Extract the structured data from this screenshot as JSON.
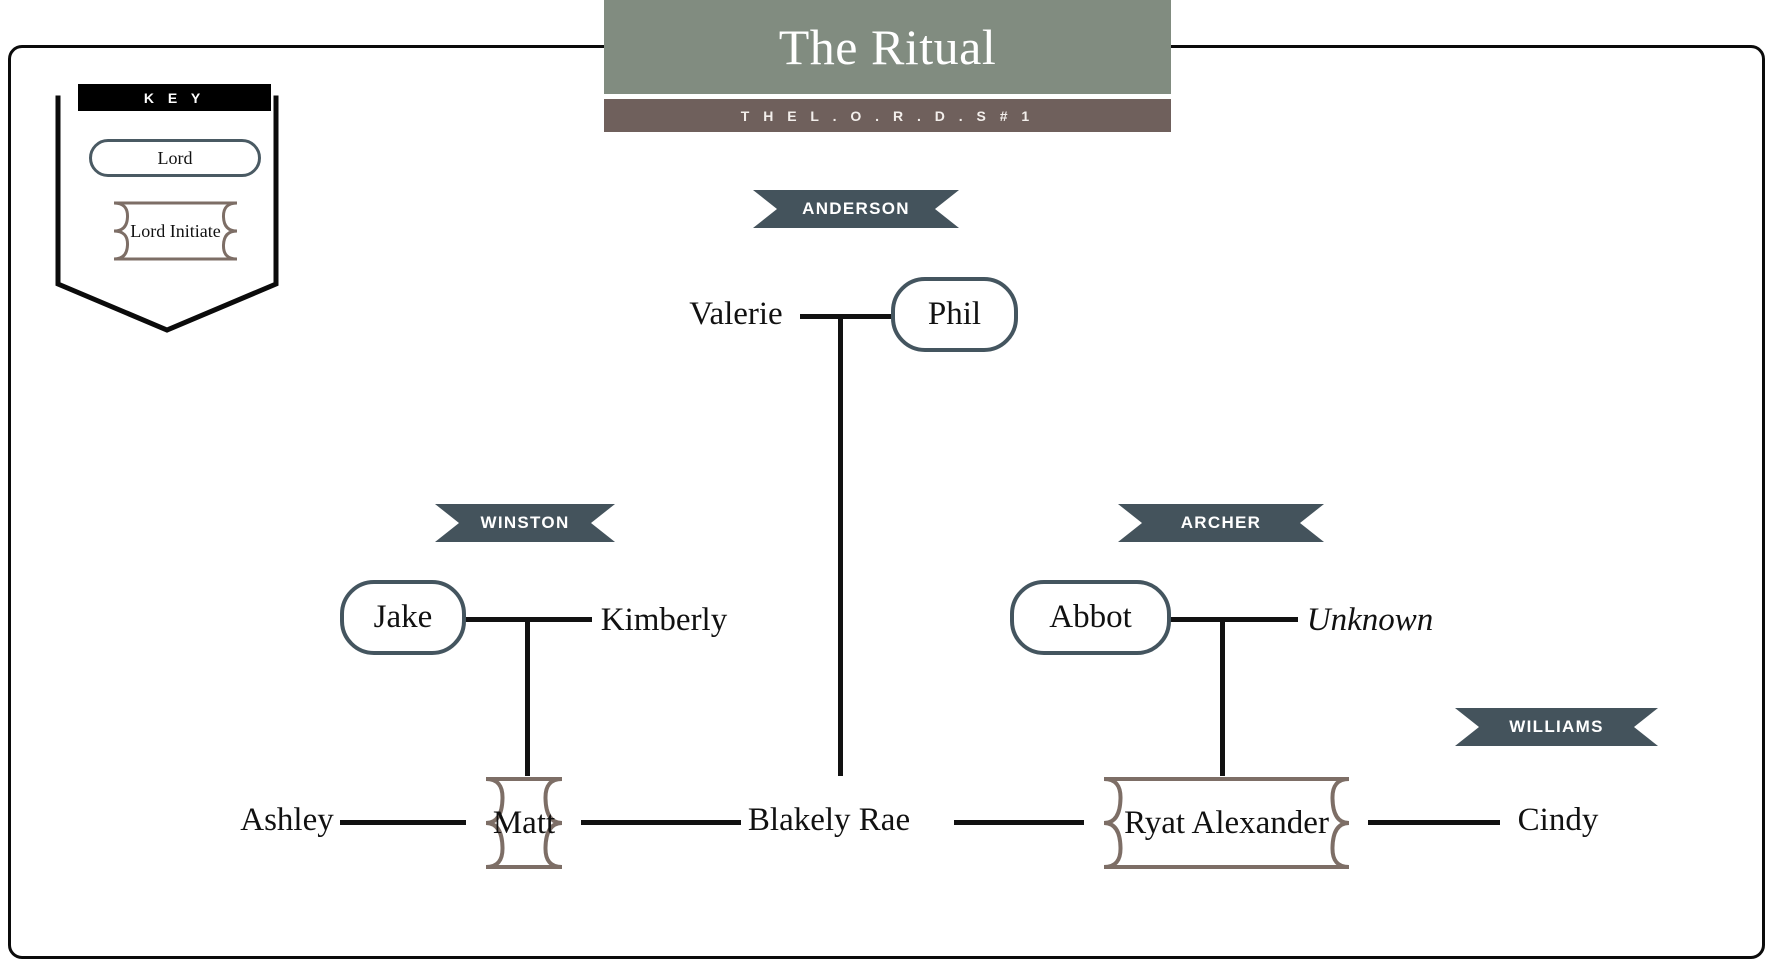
{
  "header": {
    "title": "The Ritual",
    "subtitle": "T H E   L . O . R . D . S   # 1",
    "title_bg": "#818c80",
    "subtitle_bg": "#6f605c"
  },
  "key": {
    "label": "K E Y",
    "items": [
      {
        "label": "Lord",
        "shape": "rounded-pill",
        "color": "#4a5a63"
      },
      {
        "label": "Lord Initiate",
        "shape": "concave-corner-box",
        "color": "#7d6e66"
      }
    ]
  },
  "families": [
    {
      "name": "ANDERSON",
      "color": "#44535c"
    },
    {
      "name": "WINSTON",
      "color": "#44535c"
    },
    {
      "name": "ARCHER",
      "color": "#44535c"
    },
    {
      "name": "WILLIAMS",
      "color": "#44535c"
    }
  ],
  "people": {
    "valerie": {
      "label": "Valerie",
      "type": "plain"
    },
    "phil": {
      "label": "Phil",
      "type": "lord"
    },
    "jake": {
      "label": "Jake",
      "type": "lord"
    },
    "kimberly": {
      "label": "Kimberly",
      "type": "plain"
    },
    "abbot": {
      "label": "Abbot",
      "type": "lord"
    },
    "unknown": {
      "label": "Unknown",
      "type": "plain-italic"
    },
    "ashley": {
      "label": "Ashley",
      "type": "plain"
    },
    "matt": {
      "label": "Matt",
      "type": "initiate"
    },
    "blakely": {
      "label": "Blakely Rae",
      "type": "plain"
    },
    "ryat": {
      "label": "Ryat Alexander",
      "type": "initiate"
    },
    "cindy": {
      "label": "Cindy",
      "type": "plain"
    }
  },
  "colors": {
    "line": "#111111",
    "frame": "#0b0b0b",
    "lord_stroke": "#44555f",
    "initiate_stroke": "#7d6e66",
    "ribbon": "#44535c",
    "key_header_bg": "#000000"
  }
}
